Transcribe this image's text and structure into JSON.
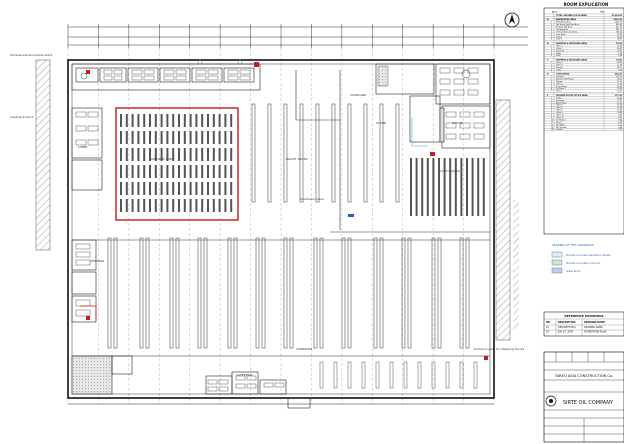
{
  "colors": {
    "line": "#222222",
    "rack": "#555555",
    "red": "#d01a1a",
    "cyan": "#29a9c9",
    "green": "#3b9a3b",
    "pattern": "#9aa0a6"
  },
  "schedule": {
    "title": "ROOM EXPLICATION",
    "head_area": "Area",
    "head_name": "Title",
    "total_label": "TOTAL GROUND FLOOR AREA",
    "total_value": "10,534.88",
    "sections": [
      {
        "no": "A",
        "label": "WAREHOUSE AREA",
        "total": "7,893.42",
        "rows": [
          {
            "name": "Pallet Racks Area",
            "value": "2,697.74"
          },
          {
            "name": "Two Storey Light Rack Area",
            "value": "805.00"
          },
          {
            "name": "Sandbox Pilot Area",
            "value": "421.78"
          },
          {
            "name": "Charging Area",
            "value": "241.10"
          },
          {
            "name": "OP Overhead Crane Area",
            "value": "195.34"
          },
          {
            "name": "Trash Room",
            "value": "78.30"
          },
          {
            "name": "Trash 1",
            "value": "14.79"
          },
          {
            "name": "Trash 2",
            "value": "14.81"
          }
        ]
      },
      {
        "no": "B",
        "label": "SHIPPING & RECEIVING AREA",
        "total": "76.98",
        "rows": [
          {
            "name": "Office 1",
            "value": "21.60"
          },
          {
            "name": "Office 2",
            "value": "24.81"
          },
          {
            "name": "Receiving",
            "value": "16.52"
          },
          {
            "name": "Lobby",
            "value": "7.04"
          },
          {
            "name": "Toilet",
            "value": "5.26"
          }
        ]
      },
      {
        "no": "C",
        "label": "SHIPPING & RECEIVING AREA",
        "total": "73.80",
        "rows": [
          {
            "name": "Office 3",
            "value": "28.45"
          },
          {
            "name": "Office 4",
            "value": "22.74"
          },
          {
            "name": "Nursing",
            "value": "16.27"
          },
          {
            "name": "Lobby",
            "value": "6.34"
          }
        ]
      },
      {
        "no": "D",
        "label": "CONCOURSE",
        "total": "361.00",
        "rows": [
          {
            "name": "Cafeteria",
            "value": "195.25"
          },
          {
            "name": "Machinery Workshop",
            "value": "68.20"
          },
          {
            "name": "Mosque",
            "value": "36.70"
          },
          {
            "name": "Office 5",
            "value": "21.54"
          },
          {
            "name": "Prayer Room",
            "value": "16.02"
          },
          {
            "name": "Tea Room 1",
            "value": "12.68"
          },
          {
            "name": "Toilet 1",
            "value": "10.61"
          }
        ]
      },
      {
        "no": "E",
        "label": "GROUND FLOOR OFFICE AREA",
        "total": "117.46",
        "rows": [
          {
            "name": "Lobby",
            "value": "24.44"
          },
          {
            "name": "Reception",
            "value": "17.81"
          },
          {
            "name": "Admin Room",
            "value": "15.62"
          },
          {
            "name": "Office 6",
            "value": "13.26"
          },
          {
            "name": "Office 7",
            "value": "11.44"
          },
          {
            "name": "Office 8",
            "value": "10.82"
          },
          {
            "name": "Office 9",
            "value": "10.49"
          },
          {
            "name": "Office 10",
            "value": "9.02"
          },
          {
            "name": "Office 11",
            "value": "8.67"
          },
          {
            "name": "Tea Room 2",
            "value": "6.84"
          },
          {
            "name": "Toilet 2",
            "value": "5.45"
          },
          {
            "name": "WC (Male)",
            "value": "4.22"
          },
          {
            "name": "WC (Female)",
            "value": "3.96"
          },
          {
            "name": "Corridor",
            "value": "3.61"
          }
        ]
      }
    ]
  },
  "legend": {
    "title": "LEGEND OF THE DRAWINGS",
    "items": [
      {
        "label": "Precast Concrete Sandwich panels",
        "swatch": "#dfeef2"
      },
      {
        "label": "Precast Concrete columns",
        "swatch": "#cfe6cf"
      },
      {
        "label": "Glass block",
        "swatch": "#bfcfe8"
      }
    ]
  },
  "revisions": {
    "title": "REFERENCE DRAWINGS",
    "head": [
      "NO",
      "DESCRIPTION",
      "DRAWING NAME"
    ],
    "rows": [
      [
        "01",
        "DESCRIPTION 2",
        "DRAWING NAME"
      ],
      [
        "02",
        "JUN 15, 2009",
        "FOUNDATION PLAN"
      ]
    ]
  },
  "title_block": {
    "contractor": "TAREQ ASIA CONSTRUCTION Co.",
    "client": "SIRTE OIL COMPANY"
  },
  "plan_notes": {
    "entrance": "Outside entrance/Side extra",
    "loading": "Loading & Dock",
    "crane": "Overhead crane",
    "sandbox": "SANDBOX AREA",
    "charging": "CHARGING",
    "racks": "PALLET RACKS",
    "office": "OFFICE",
    "lobby": "LOBBY",
    "store": "STORE",
    "shipping": "SHIPPING",
    "cafe": "CAFETERIA",
    "light_rack": "LIGHT RACKS",
    "corridor": "CORRIDOR",
    "gate_note": "Entrance gate for shipping trucks"
  }
}
